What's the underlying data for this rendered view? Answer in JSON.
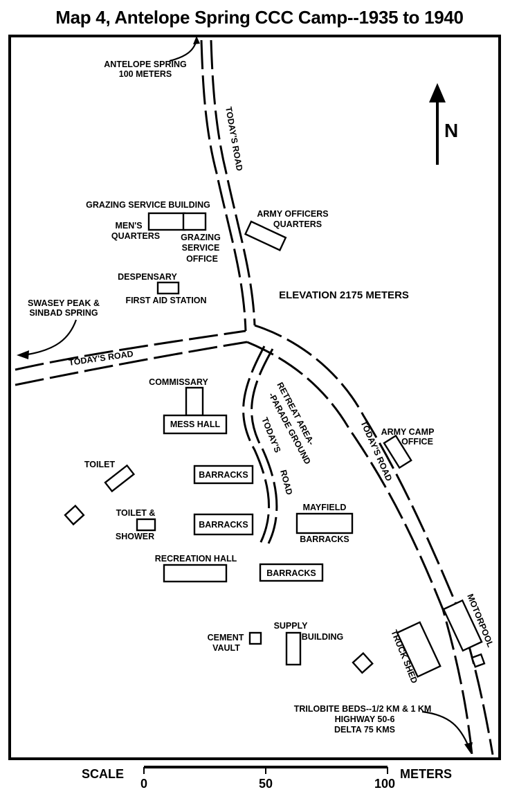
{
  "title": "Map 4,  Antelope Spring CCC Camp--1935 to 1940",
  "north": "N",
  "elevation": "ELEVATION 2175 METERS",
  "labels": {
    "antelope_spring_1": "ANTELOPE SPRING",
    "antelope_spring_2": "100 METERS",
    "swasey_1": "SWASEY PEAK &",
    "swasey_2": "SINBAD SPRING",
    "todays_road": "TODAY'S ROAD",
    "grazing_building": "GRAZING SERVICE BUILDING",
    "mens_1": "MEN'S",
    "mens_2": "QUARTERS",
    "grazing_office_1": "GRAZING",
    "grazing_office_2": "SERVICE",
    "grazing_office_3": "OFFICE",
    "officers_1": "ARMY OFFICERS",
    "officers_2": "QUARTERS",
    "despensary": "DESPENSARY",
    "first_aid": "FIRST AID STATION",
    "retreat_1": "RETREAT AREA-",
    "retreat_2": "-PARADE GROUND",
    "todays_1": "TODAY'S",
    "road_word": "ROAD",
    "commissary": "COMMISSARY",
    "mess_hall": "MESS HALL",
    "toilet": "TOILET",
    "barracks": "BARRACKS",
    "toilet_shower_1": "TOILET &",
    "toilet_shower_2": "SHOWER",
    "mayfield": "MAYFIELD",
    "army_camp_1": "ARMY CAMP",
    "army_camp_2": "OFFICE",
    "recreation": "RECREATION HALL",
    "supply_1": "SUPPLY",
    "supply_2": "BUILDING",
    "cement_1": "CEMENT",
    "cement_2": "VAULT",
    "truck_shed": "TRUCK SHED",
    "motorpool": "MOTORPOOL",
    "trilobite_1": "TRILOBITE BEDS--1/2 KM & 1 KM",
    "trilobite_2": "HIGHWAY 50-6",
    "trilobite_3": "DELTA 75 KMS"
  },
  "scale": {
    "label": "SCALE",
    "unit": "METERS",
    "ticks": [
      "0",
      "50",
      "100"
    ]
  }
}
